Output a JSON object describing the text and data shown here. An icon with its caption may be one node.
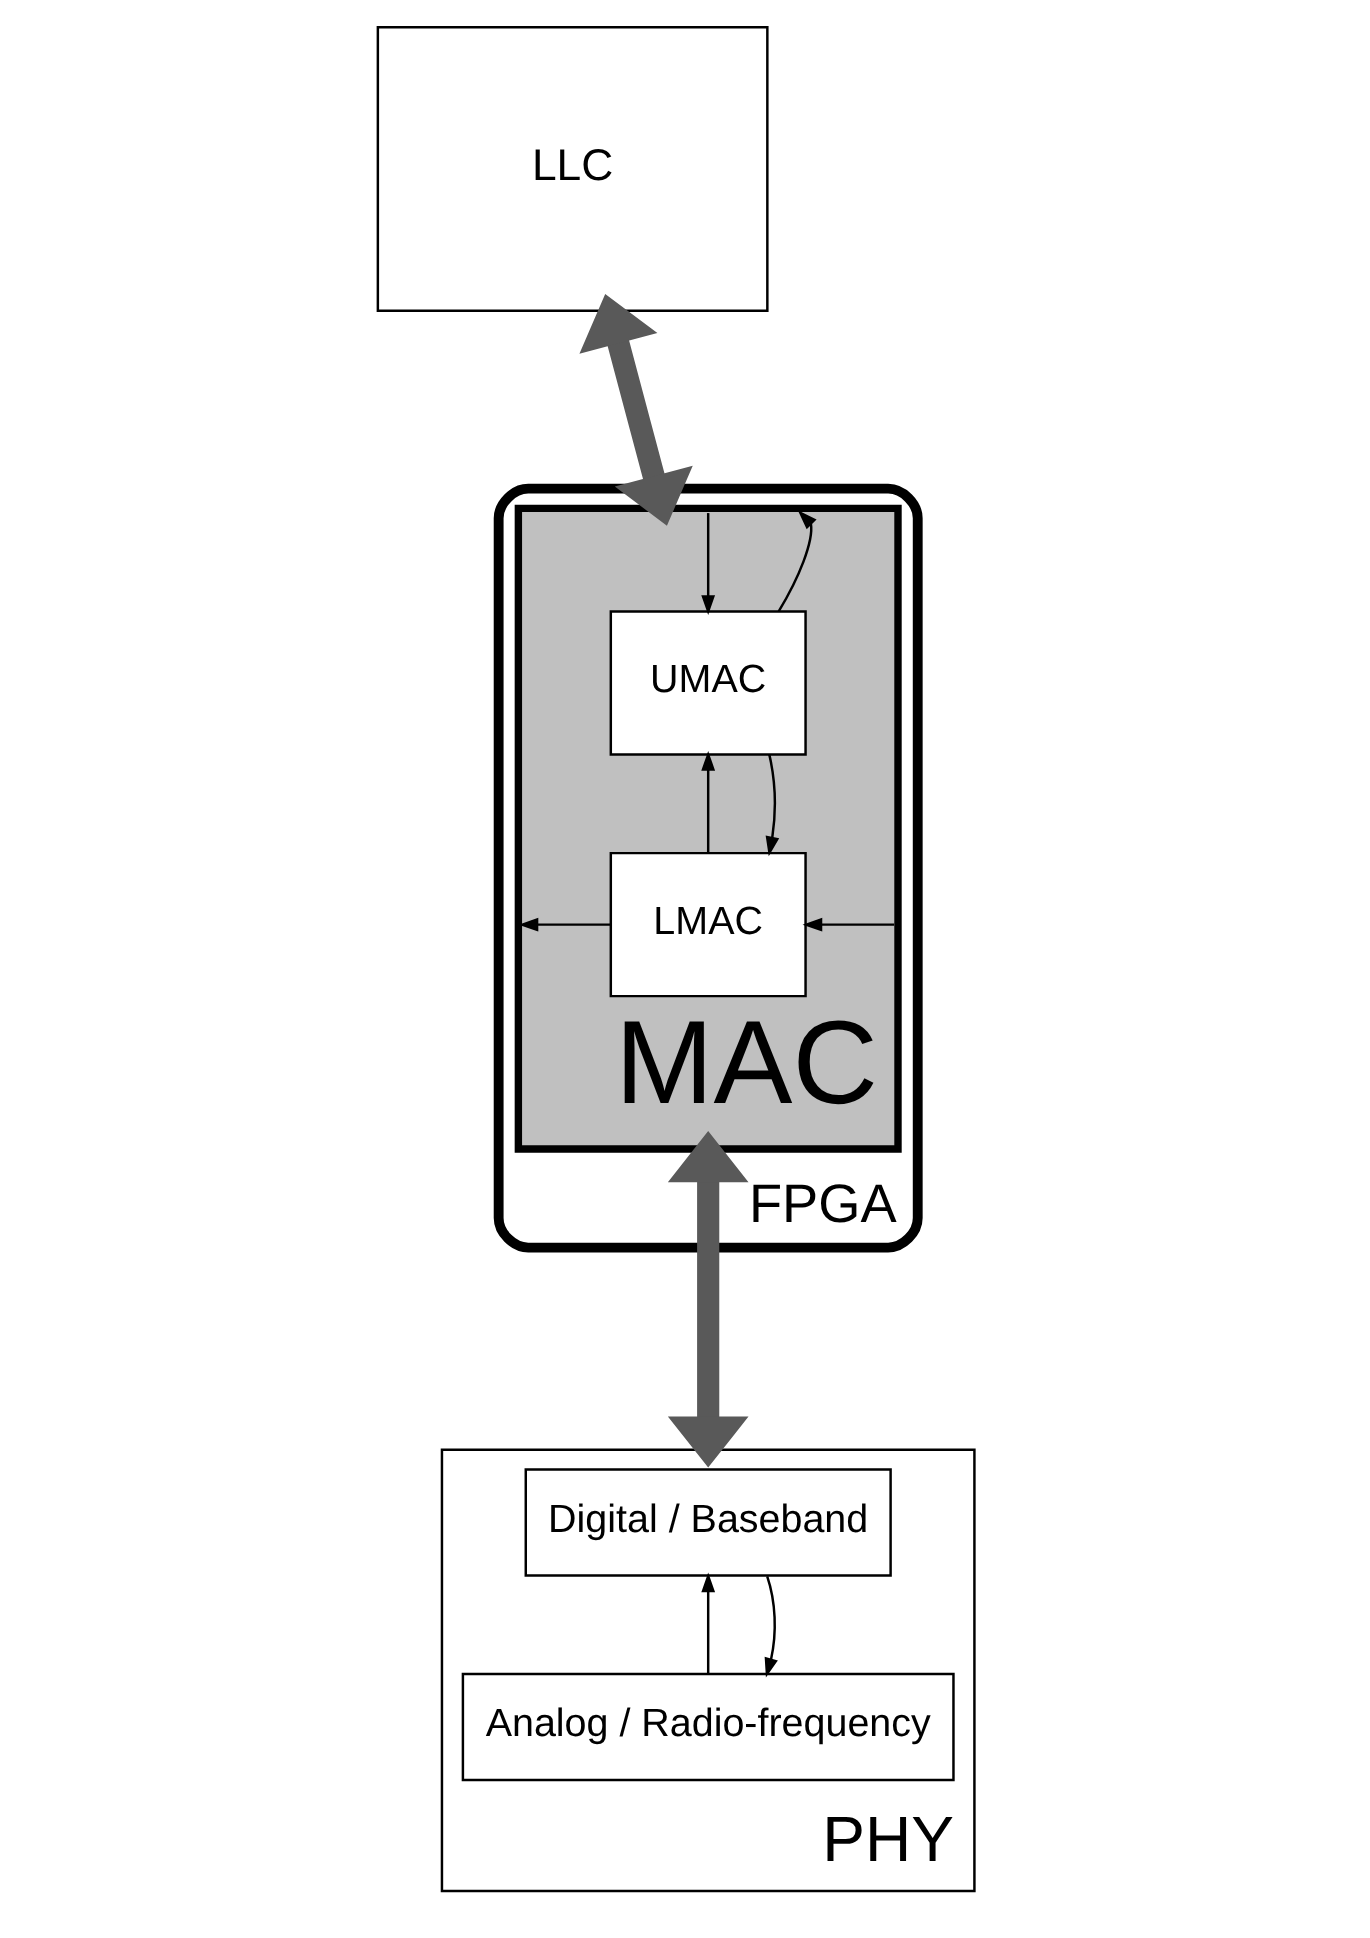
{
  "diagram": {
    "nodes": [
      {
        "text": [
          "LLC"
        ]
      },
      {
        "text": [
          "FPGA"
        ]
      },
      {
        "text": [
          "MAC"
        ],
        "in": 1
      },
      {
        "text": [
          "UMAC"
        ],
        "in": 2
      },
      {
        "text": [
          "LMAC"
        ],
        "in": 2
      },
      {
        "text": [
          "PHY"
        ]
      },
      {
        "text": [
          "Digital / Baseband"
        ],
        "in": 5
      },
      {
        "text": [
          "Analog / Radio-frequency"
        ],
        "in": 5
      }
    ],
    "edges": [
      {
        "from": 0,
        "to": 2,
        "arrow": "both",
        "style": "thick",
        "color": "#595959"
      },
      {
        "from": 3,
        "to": 2,
        "arrow": "to"
      },
      {
        "from": 2,
        "to": 3,
        "arrow": "to"
      },
      {
        "from": 4,
        "to": 3,
        "arrow": "to"
      },
      {
        "from": 3,
        "to": 4,
        "arrow": "to"
      },
      {
        "from": 2,
        "to": 4,
        "arrow": "to"
      },
      {
        "from": 4,
        "to": 2,
        "arrow": "to"
      },
      {
        "from": 2,
        "to": 5,
        "arrow": "both",
        "style": "thick",
        "color": "#595959"
      },
      {
        "from": 7,
        "to": 6,
        "arrow": "to"
      },
      {
        "from": 6,
        "to": 7,
        "arrow": "to"
      }
    ]
  }
}
